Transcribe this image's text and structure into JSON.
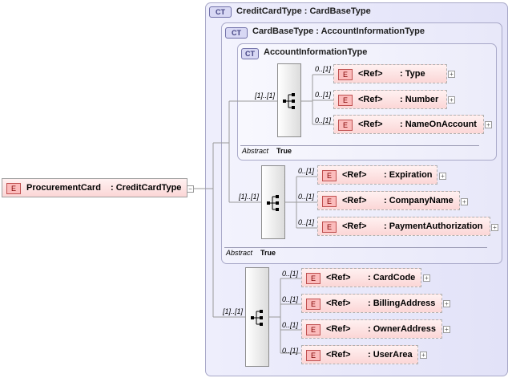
{
  "root": {
    "badge": "E",
    "name": "ProcurementCard",
    "type": ": CreditCardType"
  },
  "types": {
    "credit": {
      "badge": "CT",
      "title": "CreditCardType : CardBaseType"
    },
    "cardbase": {
      "badge": "CT",
      "title": "CardBaseType : AccountInformationType",
      "abstract_label": "Abstract",
      "abstract_value": "True"
    },
    "account": {
      "badge": "CT",
      "title": "AccountInformationType",
      "abstract_label": "Abstract",
      "abstract_value": "True"
    }
  },
  "sequences": [
    {
      "cardinality": "[1]..[1]"
    },
    {
      "cardinality": "[1]..[1]"
    },
    {
      "cardinality": "[1]..[1]"
    }
  ],
  "elements": [
    {
      "badge": "E",
      "ref": "<Ref>",
      "name": ": Type",
      "cardinality": "0..[1]"
    },
    {
      "badge": "E",
      "ref": "<Ref>",
      "name": ": Number",
      "cardinality": "0..[1]"
    },
    {
      "badge": "E",
      "ref": "<Ref>",
      "name": ": NameOnAccount",
      "cardinality": "0..[1]"
    },
    {
      "badge": "E",
      "ref": "<Ref>",
      "name": ": Expiration",
      "cardinality": "0..[1]"
    },
    {
      "badge": "E",
      "ref": "<Ref>",
      "name": ": CompanyName",
      "cardinality": "0..[1]"
    },
    {
      "badge": "E",
      "ref": "<Ref>",
      "name": ": PaymentAuthorization",
      "cardinality": "0..[1]"
    },
    {
      "badge": "E",
      "ref": "<Ref>",
      "name": ": CardCode",
      "cardinality": "0..[1]"
    },
    {
      "badge": "E",
      "ref": "<Ref>",
      "name": ": BillingAddress",
      "cardinality": "0..[1]"
    },
    {
      "badge": "E",
      "ref": "<Ref>",
      "name": ": OwnerAddress",
      "cardinality": "0..[1]"
    },
    {
      "badge": "E",
      "ref": "<Ref>",
      "name": ": UserArea",
      "cardinality": "0..[1]"
    }
  ],
  "colors": {
    "type_fill": "#e4e4fa",
    "type_border": "#a8a8c8",
    "element_fill": "#fbd6d6"
  }
}
